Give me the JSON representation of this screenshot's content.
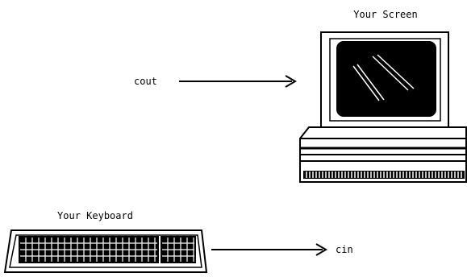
{
  "labels": {
    "screen_title": "Your Screen",
    "keyboard_title": "Your Keyboard",
    "cout": "cout",
    "cin": "cin"
  },
  "icons": {
    "monitor": "computer-monitor-icon",
    "keyboard": "keyboard-icon",
    "arrow": "right-arrow-icon"
  },
  "colors": {
    "ink": "#000000",
    "paper": "#ffffff"
  }
}
